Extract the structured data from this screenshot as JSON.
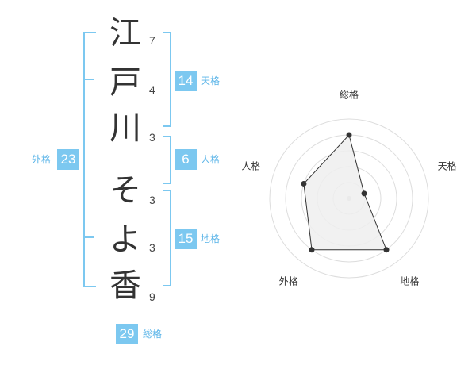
{
  "name": {
    "characters": [
      {
        "char": "江",
        "strokes": "7"
      },
      {
        "char": "戸",
        "strokes": "4"
      },
      {
        "char": "川",
        "strokes": "3"
      },
      {
        "char": "そ",
        "strokes": "3"
      },
      {
        "char": "よ",
        "strokes": "3"
      },
      {
        "char": "香",
        "strokes": "9"
      }
    ]
  },
  "fortunes": {
    "tenkaku": {
      "value": "14",
      "label": "天格"
    },
    "jinkaku": {
      "value": "6",
      "label": "人格"
    },
    "chikaku": {
      "value": "15",
      "label": "地格"
    },
    "gaikaku": {
      "value": "23",
      "label": "外格"
    },
    "soukaku": {
      "value": "29",
      "label": "総格"
    }
  },
  "colors": {
    "accent": "#7cc8f0",
    "accent_text": "#5ab4e8",
    "chart_fill": "#eeeeee",
    "chart_line": "#333333"
  },
  "chart_data": {
    "type": "radar",
    "axes": [
      "総格",
      "天格",
      "地格",
      "外格",
      "人格"
    ],
    "values": [
      4,
      1,
      4,
      4,
      3
    ],
    "rmax": 5,
    "rings": 5,
    "grid": true
  }
}
